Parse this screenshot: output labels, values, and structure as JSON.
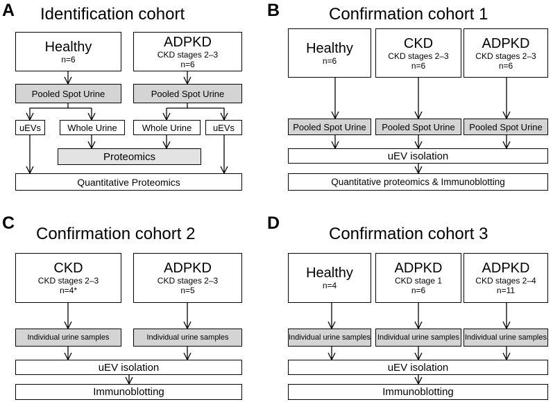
{
  "panel_a": {
    "letter": "A",
    "title": "Identification cohort",
    "healthy": {
      "name": "Healthy",
      "n": "n=6"
    },
    "adpkd": {
      "name": "ADPKD",
      "stage": "CKD stages 2–3",
      "n": "n=6"
    },
    "pooled_left": "Pooled Spot Urine",
    "pooled_right": "Pooled Spot Urine",
    "uevs_left": "uEVs",
    "whole_left": "Whole Urine",
    "whole_right": "Whole Urine",
    "uevs_right": "uEVs",
    "proteomics": "Proteomics",
    "quant": "Quantitative Proteomics"
  },
  "panel_b": {
    "letter": "B",
    "title": "Confirmation cohort 1",
    "healthy": {
      "name": "Healthy",
      "n": "n=6"
    },
    "ckd": {
      "name": "CKD",
      "stage": "CKD stages 2–3",
      "n": "n=6"
    },
    "adpkd": {
      "name": "ADPKD",
      "stage": "CKD stages 2–3",
      "n": "n=6"
    },
    "pooled": [
      "Pooled Spot Urine",
      "Pooled Spot Urine",
      "Pooled Spot Urine"
    ],
    "isolation": "uEV isolation",
    "final": "Quantitative proteomics & Immunoblotting"
  },
  "panel_c": {
    "letter": "C",
    "title": "Confirmation cohort 2",
    "ckd": {
      "name": "CKD",
      "stage": "CKD stages 2–3",
      "n": "n=4*"
    },
    "adpkd": {
      "name": "ADPKD",
      "stage": "CKD stages 2–3",
      "n": "n=5"
    },
    "samples": [
      "Individual urine samples",
      "Individual urine samples"
    ],
    "isolation": "uEV isolation",
    "final": "Immunoblotting"
  },
  "panel_d": {
    "letter": "D",
    "title": "Confirmation cohort 3",
    "healthy": {
      "name": "Healthy",
      "n": "n=4"
    },
    "adpkd1": {
      "name": "ADPKD",
      "stage": "CKD stage 1",
      "n": "n=6"
    },
    "adpkd2": {
      "name": "ADPKD",
      "stage": "CKD stages 2–4",
      "n": "n=11"
    },
    "samples": [
      "Individual urine samples",
      "Individual urine samples",
      "Individual urine samples"
    ],
    "isolation": "uEV isolation",
    "final": "Immunoblotting"
  }
}
